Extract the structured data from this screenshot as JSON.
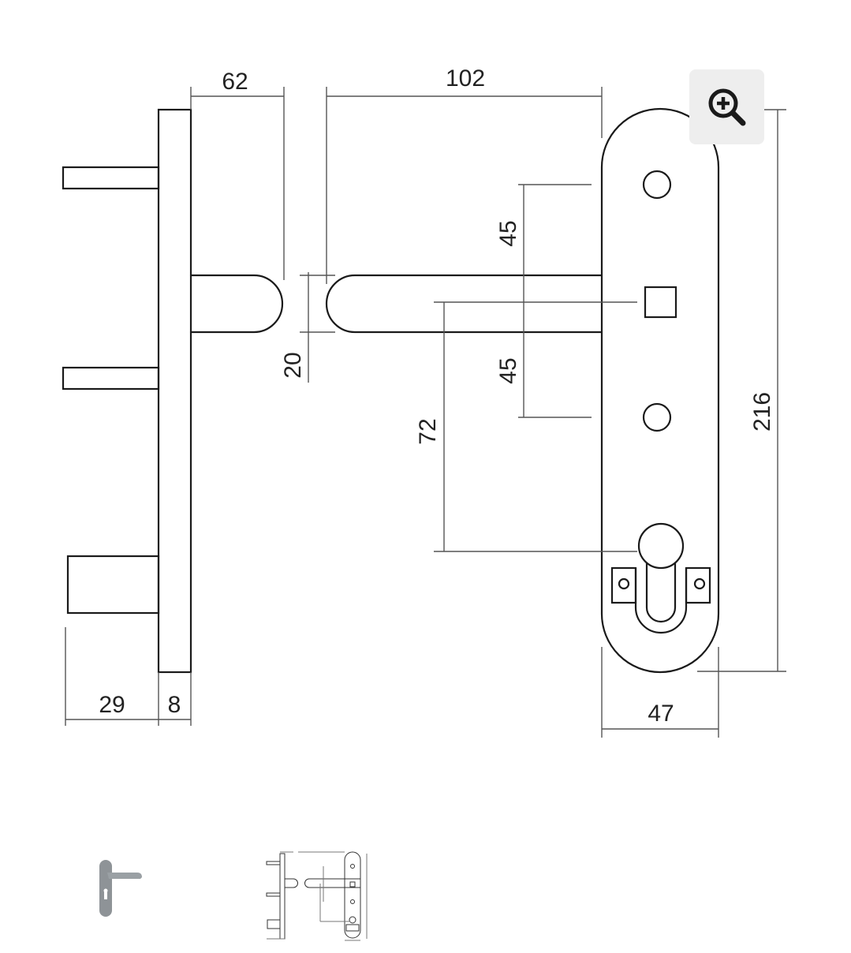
{
  "drawing": {
    "dimensions": {
      "rose_depth": "62",
      "lever_projection": "102",
      "spindle_offset_1": "45",
      "spindle_offset_2": "45",
      "lever_thickness": "20",
      "centre_distance": "72",
      "plate_height": "216",
      "plate_width": "47",
      "bolt_length": "29",
      "plate_thickness": "8"
    }
  },
  "zoom_button": {
    "icon": "zoom-in-icon"
  },
  "thumbnails": [
    {
      "icon": "lever-handle-photo"
    },
    {
      "icon": "technical-drawing-thumbnail"
    }
  ],
  "colors": {
    "line": "#1a1a1a",
    "dim_line": "#555555",
    "button_bg": "#eeeeee",
    "handle_grey": "#8e9397"
  }
}
